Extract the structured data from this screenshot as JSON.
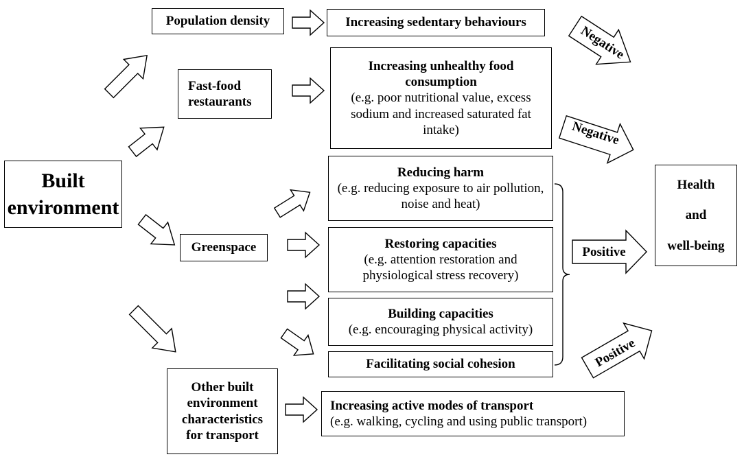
{
  "boxes": {
    "built_environment": "Built environment",
    "population_density": "Population density",
    "fast_food": "Fast-food restaurants",
    "greenspace": "Greenspace",
    "other_built": "Other built environment characteristics for transport",
    "sedentary": "Increasing sedentary behaviours",
    "unhealthy_food_title": "Increasing unhealthy food consumption",
    "unhealthy_food_detail": "(e.g. poor nutritional value, excess sodium and increased saturated fat intake)",
    "reducing_harm_title": "Reducing harm",
    "reducing_harm_detail": "(e.g. reducing exposure to air pollution, noise and heat)",
    "restoring_title": "Restoring capacities",
    "restoring_detail": "(e.g. attention restoration and physiological stress recovery)",
    "building_title": "Building capacities",
    "building_detail": "(e.g. encouraging physical activity)",
    "social_cohesion": "Facilitating social cohesion",
    "active_transport_title": "Increasing active modes of transport",
    "active_transport_detail": "(e.g. walking, cycling and using public transport)",
    "health_1": "Health",
    "health_2": "and",
    "health_3": "well-being"
  },
  "arrow_labels": {
    "negative_1": "Negative",
    "negative_2": "Negative",
    "positive_main": "Positive",
    "positive_bottom": "Positive"
  },
  "colors": {
    "stroke": "#000000",
    "fill": "#ffffff"
  }
}
